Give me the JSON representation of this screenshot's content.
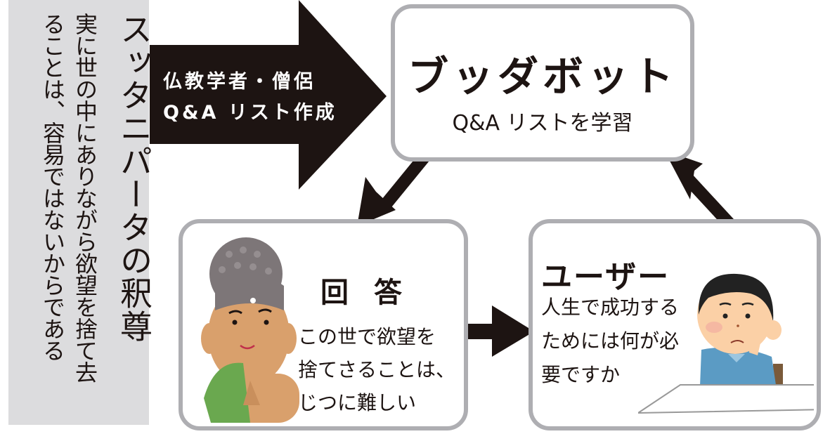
{
  "sidebar": {
    "title": "スッタニパータの釈尊",
    "quote_line1": "実に世の中にありながら欲望を捨て去",
    "quote_line2": "ることは、容易ではないからである"
  },
  "input_arrow": {
    "line1": "仏教学者・僧侶",
    "line2": "Q&A リスト作成"
  },
  "bot_box": {
    "title": "ブッダボット",
    "subtitle": "Q&A リストを学習"
  },
  "answer_box": {
    "title": "回答",
    "lines": [
      "この世で欲望を",
      "捨てさることは、",
      "じつに難しい"
    ],
    "illustration": "buddha-illustration"
  },
  "user_box": {
    "title": "ユーザー",
    "lines": [
      "人生で成功する",
      "ためには何が必",
      "要ですか"
    ],
    "illustration": "thinking-boy-illustration"
  },
  "colors": {
    "arrow": "#1d1412",
    "box_border": "#aeaeb2",
    "sidebar_bg": "#dcdcde"
  }
}
